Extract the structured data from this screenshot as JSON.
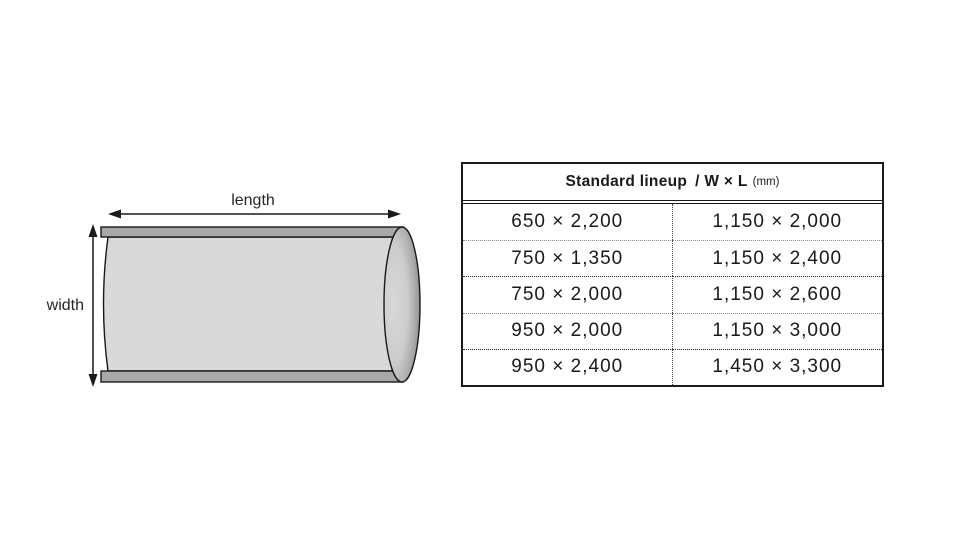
{
  "diagram": {
    "length_label": "length",
    "width_label": "width",
    "colors": {
      "body_fill": "#d9d9d9",
      "strip_fill": "#a8a8a8",
      "outline": "#1a1a1a",
      "end_cap_dark": "#757575"
    }
  },
  "table": {
    "header": {
      "main": "Standard lineup",
      "formula": "/ W × L",
      "unit": "(mm)"
    },
    "rows": [
      [
        "650 × 2,200",
        "1,150 × 2,000"
      ],
      [
        "750 × 1,350",
        "1,150 × 2,400"
      ],
      [
        "750 × 2,000",
        "1,150 × 2,600"
      ],
      [
        "950 × 2,000",
        "1,150 × 3,000"
      ],
      [
        "950 × 2,400",
        "1,450 × 3,300"
      ]
    ]
  }
}
